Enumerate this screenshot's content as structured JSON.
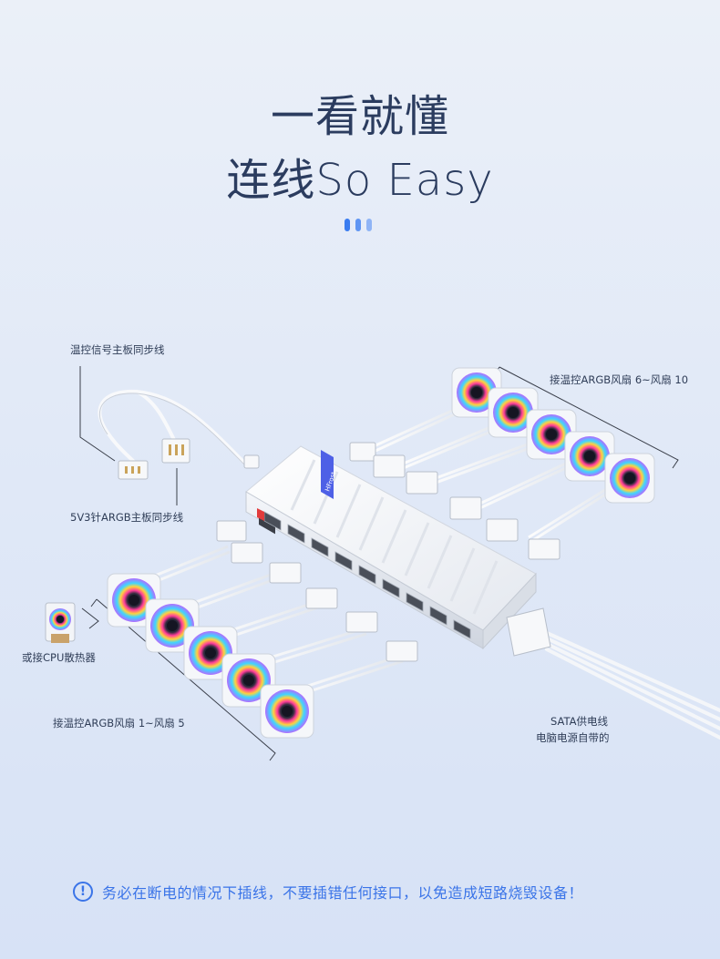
{
  "headline": {
    "line1": "一看就懂",
    "line2": "连线So Easy"
  },
  "labels": {
    "temp_signal": "温控信号主板同步线",
    "argb_sync": "5V3针ARGB主板同步线",
    "fans_right": "接温控ARGB风扇 6~风扇 10",
    "cpu_cooler": "或接CPU散热器",
    "fans_left": "接温控ARGB风扇 1~风扇 5",
    "sata_line1": "SATA供电线",
    "sata_line2": "电脑电源自带的"
  },
  "hub": {
    "brand": "HFrost"
  },
  "warning": {
    "icon": "!",
    "text": "务必在断电的情况下插线，不要插错任何接口，以免造成短路烧毁设备！"
  },
  "icons": {
    "warning": "warning-circle-icon",
    "fan": "rgb-fan-icon",
    "hub": "fan-hub-icon",
    "cooler": "cpu-cooler-icon"
  },
  "colors": {
    "accent": "#3a74e8",
    "text": "#2f3d57"
  }
}
